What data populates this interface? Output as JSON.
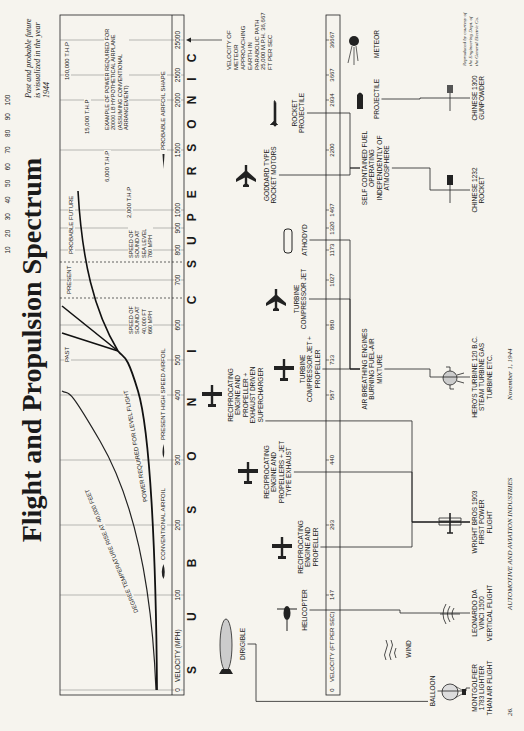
{
  "diagram": {
    "title": "Flight and Propulsion Spectrum",
    "nodes": [
      {
        "text": [
          "WIND"
        ]
      },
      {
        "text": [
          "BALLOON"
        ]
      },
      {
        "text": [
          "MONTGOLFIER 1783 LIGHTER THAN AIR FLIGHT"
        ]
      },
      {
        "text": [
          "DIRIGIBLE"
        ]
      },
      {
        "text": [
          "HELICOPTER"
        ]
      },
      {
        "text": [
          "LEONARDO DA VINCI 1500 VERTICAL FLIGHT"
        ]
      },
      {
        "text": [
          "RECIPROCATING ENGINE AND PROPELLER"
        ]
      },
      {
        "text": [
          "RECIPROCATING ENGINE AND PROPELLERS + JET TYPE EXHAUST"
        ]
      },
      {
        "text": [
          "RECIPROCATING ENGINE AND PROPELLER + EXHAUST DRIVEN SUPERCHARGER"
        ]
      },
      {
        "text": [
          "WRIGHT BROS 1903 FIRST POWER FLIGHT"
        ]
      },
      {
        "text": [
          "TURBINE COMPRESSOR JET + PROPELLER"
        ]
      },
      {
        "text": [
          "TURBINE COMPRESSOR JET"
        ]
      },
      {
        "text": [
          "ATHODYD"
        ]
      },
      {
        "text": [
          "AIR BREATHING ENGINES BURNING FUEL-AIR MIXTURE"
        ]
      },
      {
        "text": [
          "HERO'S TURBINE 120 B.C. STEAM TURBINE GAS TURBINE ETC."
        ]
      },
      {
        "text": [
          "GODDARD TYPE ROCKET MOTORS"
        ]
      },
      {
        "text": [
          "ROCKET PROJECTILE"
        ]
      },
      {
        "text": [
          "SELF CONTAINED FUEL OPERATING INDEPENDENTLY OF ATMOSPHERE"
        ]
      },
      {
        "text": [
          "CHINESE 1232 ROCKET"
        ]
      },
      {
        "text": [
          "PROJECTILE"
        ]
      },
      {
        "text": [
          "CHINESE 1300 GUNPOWDER"
        ]
      },
      {
        "text": [
          "METEOR"
        ]
      }
    ],
    "edges": [
      {
        "from": 2,
        "to": 1,
        "arrow": "none"
      },
      {
        "from": 1,
        "to": 3,
        "arrow": "none"
      },
      {
        "from": 5,
        "to": 4,
        "arrow": "none"
      },
      {
        "from": 9,
        "to": 6,
        "arrow": "none"
      },
      {
        "from": 9,
        "to": 7,
        "arrow": "none"
      },
      {
        "from": 9,
        "to": 8,
        "arrow": "none"
      },
      {
        "from": 14,
        "to": 13,
        "arrow": "none"
      },
      {
        "from": 13,
        "to": 10,
        "arrow": "none"
      },
      {
        "from": 13,
        "to": 11,
        "arrow": "none"
      },
      {
        "from": 13,
        "to": 12,
        "arrow": "none"
      },
      {
        "from": 18,
        "to": 17,
        "arrow": "none"
      },
      {
        "from": 17,
        "to": 15,
        "arrow": "none"
      },
      {
        "from": 17,
        "to": 16,
        "arrow": "none"
      },
      {
        "from": 20,
        "to": 19,
        "arrow": "none"
      }
    ],
    "labels": [
      "100",
      "90",
      "80",
      "70",
      "60",
      "50",
      "40",
      "30",
      "20",
      "10",
      "Past and probable future is visualized in the year 1944",
      "DEGREE TEMPERATURE RISE AT 40,000 FEET",
      "POWER REQUIRED FOR LEVEL FLIGHT",
      "PAST",
      "PRESENT",
      "PROBABLE FUTURE",
      "100,000 T.H.P",
      "15,000 T.H.P",
      "6,000 T.H.P",
      "2,000 T.H.P",
      "EXAMPLE OF POWER REQUIRED FOR 20000 LB HYPOTHETICAL AIRPLANE (ASSUMING CONVENTIONAL ARRANGEMENT)",
      "SPEED OF SOUND AT 40,000 FT 660 MPH",
      "SPEED OF SOUND AT SEA LEVEL 760 MPH",
      "CONVENTIONAL AIRFOIL",
      "PRESENT HIGH SPEED AIRFOIL",
      "PROBABLE AIRFOIL SHAPE",
      "0",
      "VELOCITY (MPH)",
      "100",
      "200",
      "300",
      "400",
      "500",
      "600",
      "700",
      "800",
      "900",
      "1000",
      "1500",
      "2000",
      "2500",
      "25000",
      "SUBSONIC",
      "SUPERSONIC",
      "0",
      "VELOCITY (FT PER SEC)",
      "147",
      "293",
      "440",
      "587",
      "733",
      "880",
      "1027",
      "1173",
      "1320",
      "1467",
      "2200",
      "2934",
      "3667",
      "36667",
      "VELOCITY OF METEOR APPROACHING EARTH IN PARABOLIC PATH 25,000 M.P.H. 36,667 FT PER SEC",
      "26.",
      "AUTOMOTIVE AND AVIATION INDUSTRIES",
      "November 1, 1944",
      "Reproduced by courtesy of the Engineering Dept. of the General Electric Co."
    ]
  }
}
